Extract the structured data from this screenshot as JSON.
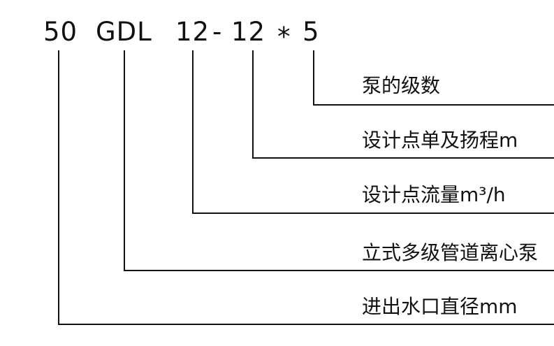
{
  "model_code": {
    "full": "50 GDL 12-12*5",
    "tokens": {
      "size": "50",
      "series": "GDL",
      "flow": "12",
      "dash": "-",
      "head": "12",
      "star": "*",
      "stages": "5"
    }
  },
  "annotations": {
    "stages": "泵的级数",
    "head": "设计点单及扬程m",
    "flow": "设计点流量m³/h",
    "series": "立式多级管道离心泵",
    "size": "进出水口直径mm"
  },
  "colors": {
    "background": "#ffffff",
    "line": "#111111",
    "text": "#111111"
  }
}
